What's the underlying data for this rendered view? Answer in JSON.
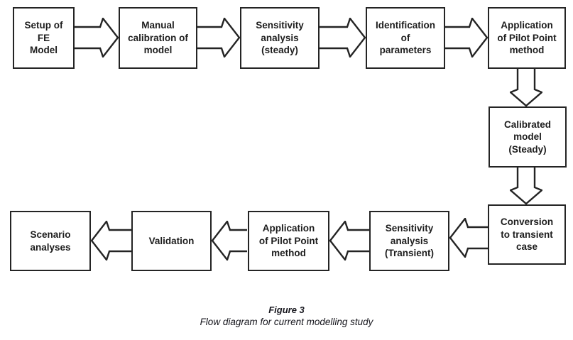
{
  "figure": {
    "title": "Figure 3",
    "subtitle": "Flow diagram for current modelling study"
  },
  "palette": {
    "line_color": "#242424",
    "text_color": "#1d1d1d",
    "background": "#ffffff"
  },
  "diagram": {
    "boxes": [
      {
        "id": "setup-fe-model",
        "label": "Setup of\nFE\nModel"
      },
      {
        "id": "manual-calibration",
        "label": "Manual\ncalibration of\nmodel"
      },
      {
        "id": "sensitivity-steady",
        "label": "Sensitivity\nanalysis\n(steady)"
      },
      {
        "id": "identification-parameters",
        "label": "Identification\nof\nparameters"
      },
      {
        "id": "pilot-point-steady",
        "label": "Application\nof Pilot Point\nmethod"
      },
      {
        "id": "calibrated-model",
        "label": "Calibrated\nmodel\n(Steady)"
      },
      {
        "id": "conversion-transient",
        "label": "Conversion\nto transient\ncase"
      },
      {
        "id": "sensitivity-transient",
        "label": "Sensitivity\nanalysis\n(Transient)"
      },
      {
        "id": "pilot-point-transient",
        "label": "Application\nof Pilot Point\nmethod"
      },
      {
        "id": "validation",
        "label": "Validation"
      },
      {
        "id": "scenario-analyses",
        "label": "Scenario\nanalyses"
      }
    ],
    "connectors": [
      {
        "from": "setup-fe-model",
        "to": "manual-calibration",
        "direction": "right"
      },
      {
        "from": "manual-calibration",
        "to": "sensitivity-steady",
        "direction": "right"
      },
      {
        "from": "sensitivity-steady",
        "to": "identification-parameters",
        "direction": "right"
      },
      {
        "from": "identification-parameters",
        "to": "pilot-point-steady",
        "direction": "right"
      },
      {
        "from": "pilot-point-steady",
        "to": "calibrated-model",
        "direction": "down"
      },
      {
        "from": "calibrated-model",
        "to": "conversion-transient",
        "direction": "down"
      },
      {
        "from": "conversion-transient",
        "to": "sensitivity-transient",
        "direction": "left"
      },
      {
        "from": "sensitivity-transient",
        "to": "pilot-point-transient",
        "direction": "left"
      },
      {
        "from": "pilot-point-transient",
        "to": "validation",
        "direction": "left"
      },
      {
        "from": "validation",
        "to": "scenario-analyses",
        "direction": "left"
      }
    ]
  }
}
